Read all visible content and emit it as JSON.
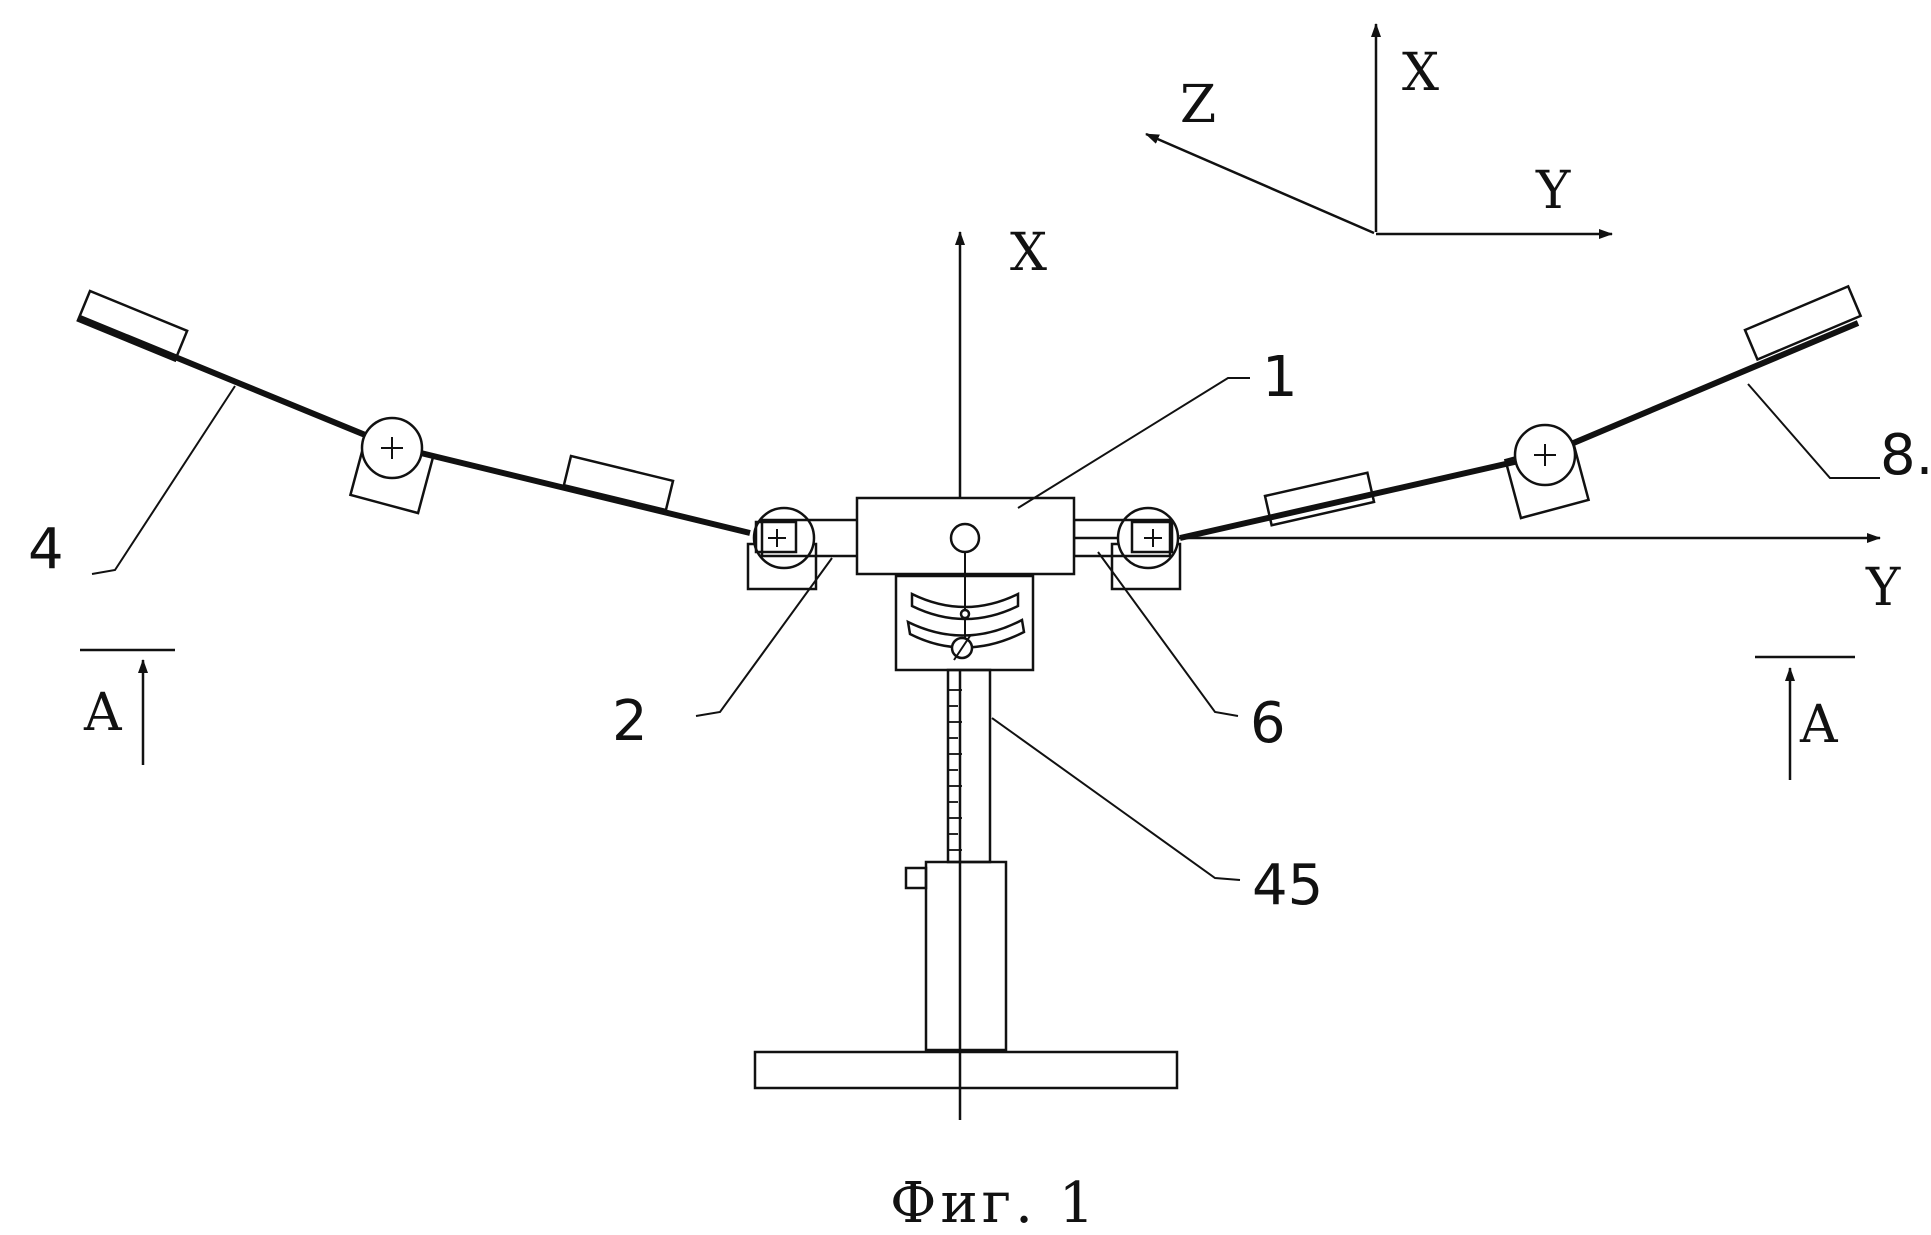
{
  "axes": {
    "x_label": "X",
    "y_label": "Y",
    "z_label": "Z"
  },
  "leaders": {
    "part_1": "1",
    "part_2": "2",
    "part_4": "4",
    "part_6": "6",
    "part_8": "8.",
    "part_45": "45"
  },
  "section": {
    "left": "A",
    "right": "A"
  },
  "caption": "Фиг. 1",
  "colors": {
    "line": "#111111",
    "background": "#ffffff"
  }
}
